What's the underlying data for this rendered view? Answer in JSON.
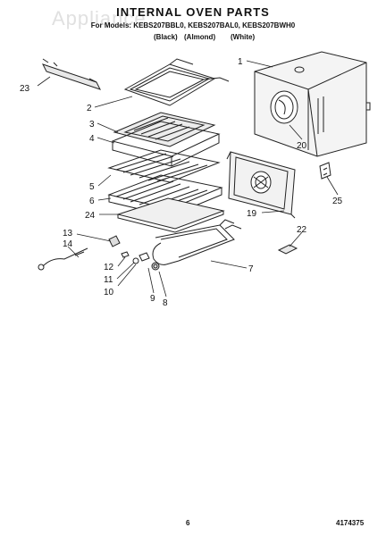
{
  "header": {
    "watermark": "Appliance",
    "title": "INTERNAL OVEN PARTS",
    "models": "For Models: KEBS207BBL0, KEBS207BAL0, KEBS207BWH0",
    "finishes": [
      "(Black)",
      "(Almond)",
      "(White)"
    ]
  },
  "callouts": [
    "1",
    "2",
    "3",
    "4",
    "5",
    "6",
    "7",
    "8",
    "9",
    "10",
    "11",
    "12",
    "13",
    "14",
    "19",
    "20",
    "22",
    "23",
    "24",
    "25"
  ],
  "footer": {
    "page_number": "6",
    "document_number": "4174375"
  }
}
